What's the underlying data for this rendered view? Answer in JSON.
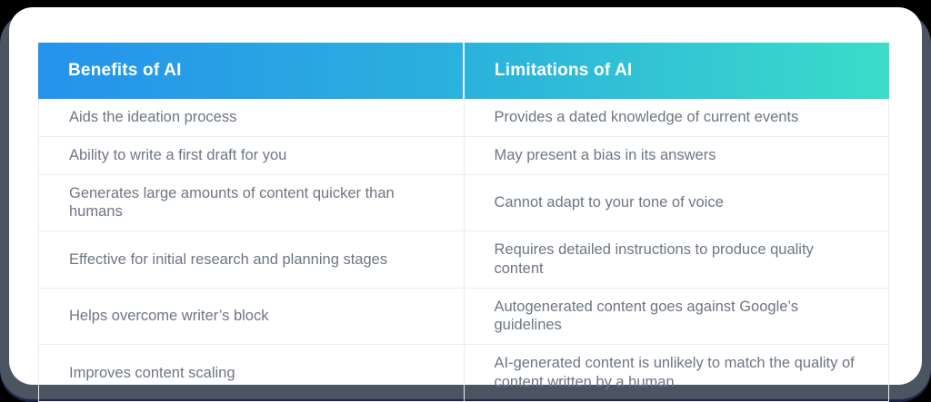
{
  "chart_data": {
    "type": "table",
    "columns": [
      "Benefits of AI",
      "Limitations of AI"
    ],
    "rows": [
      [
        "Aids the ideation process",
        "Provides a dated knowledge of current events"
      ],
      [
        "Ability to write a first draft for you",
        "May present a bias in its answers"
      ],
      [
        "Generates large amounts of content quicker than humans",
        "Cannot adapt to your tone of voice"
      ],
      [
        "Effective for initial research and planning stages",
        "Requires detailed instructions to produce quality content"
      ],
      [
        "Helps overcome writer’s block",
        "Autogenerated content goes against Google’s guidelines"
      ],
      [
        "Improves content scaling",
        "AI-generated content is unlikely to match the quality of content written by a human"
      ]
    ]
  },
  "colors": {
    "header_gradient_start": "#2592EC",
    "header_gradient_end": "#3BDCC9",
    "header_text": "#FFFFFF",
    "body_text": "#6E7683",
    "row_border": "#ECECEF",
    "card_background": "#FFFFFF",
    "frame": "#4A5561",
    "frame_bottom_accent": "#1D2342",
    "page_background": "#000000"
  }
}
